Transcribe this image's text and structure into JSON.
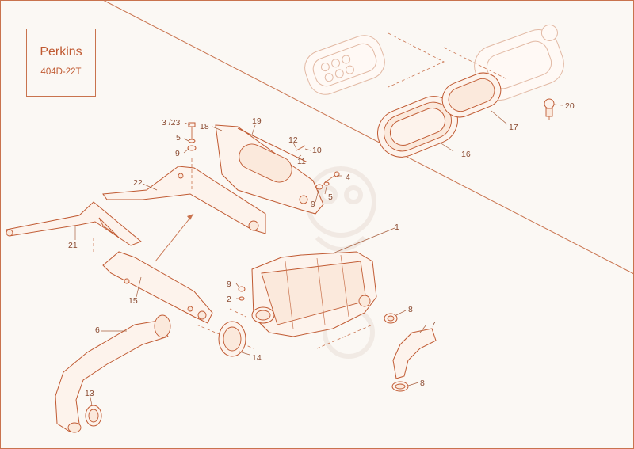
{
  "brand": {
    "name": "Perkins",
    "model": "404D-22T"
  },
  "callouts": [
    "1",
    "2",
    "3 /23",
    "4",
    "5",
    "5",
    "6",
    "7",
    "8",
    "8",
    "9",
    "9",
    "9",
    "10",
    "11",
    "12",
    "13",
    "14",
    "15",
    "16",
    "17",
    "18",
    "19",
    "20",
    "21",
    "22"
  ],
  "colors": {
    "line": "#c9734e",
    "text": "#8a4a30",
    "background": "#fbf8f4"
  }
}
